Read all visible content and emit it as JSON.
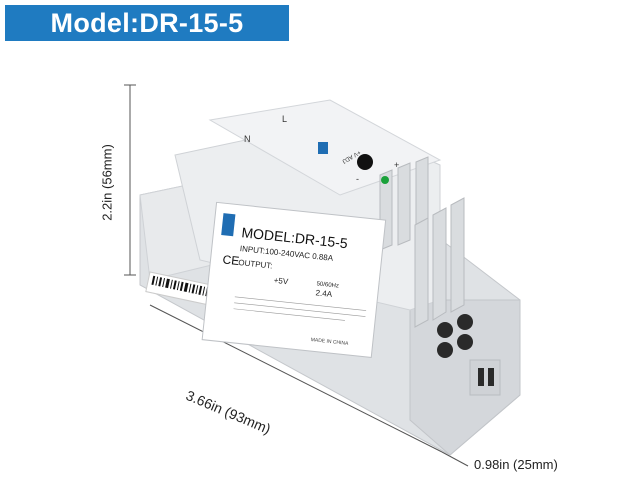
{
  "banner": {
    "title": "Model:DR-15-5"
  },
  "dimensions": {
    "height": "2.2in (56mm)",
    "length": "3.66in (93mm)",
    "width": "0.98in (25mm)"
  },
  "label": {
    "model": "MODEL:DR-15-5",
    "input": "INPUT:100-240VAC 0.88A",
    "output_prefix": "OUTPUT:",
    "output_voltage": "+5V",
    "output_current": "2.4A",
    "frequency": "50/60Hz",
    "made_in": "MADE IN CHINA"
  },
  "terminals": {
    "n": "N",
    "l": "L",
    "plus": "+",
    "minus": "-",
    "adj": "+V ADJ"
  },
  "colors": {
    "banner_bg": "#1f7bc1",
    "housing": "#e4e6e8",
    "housing_shade": "#c9ccd0",
    "led": "#1aa13a",
    "brand_blue": "#1f6db3"
  }
}
